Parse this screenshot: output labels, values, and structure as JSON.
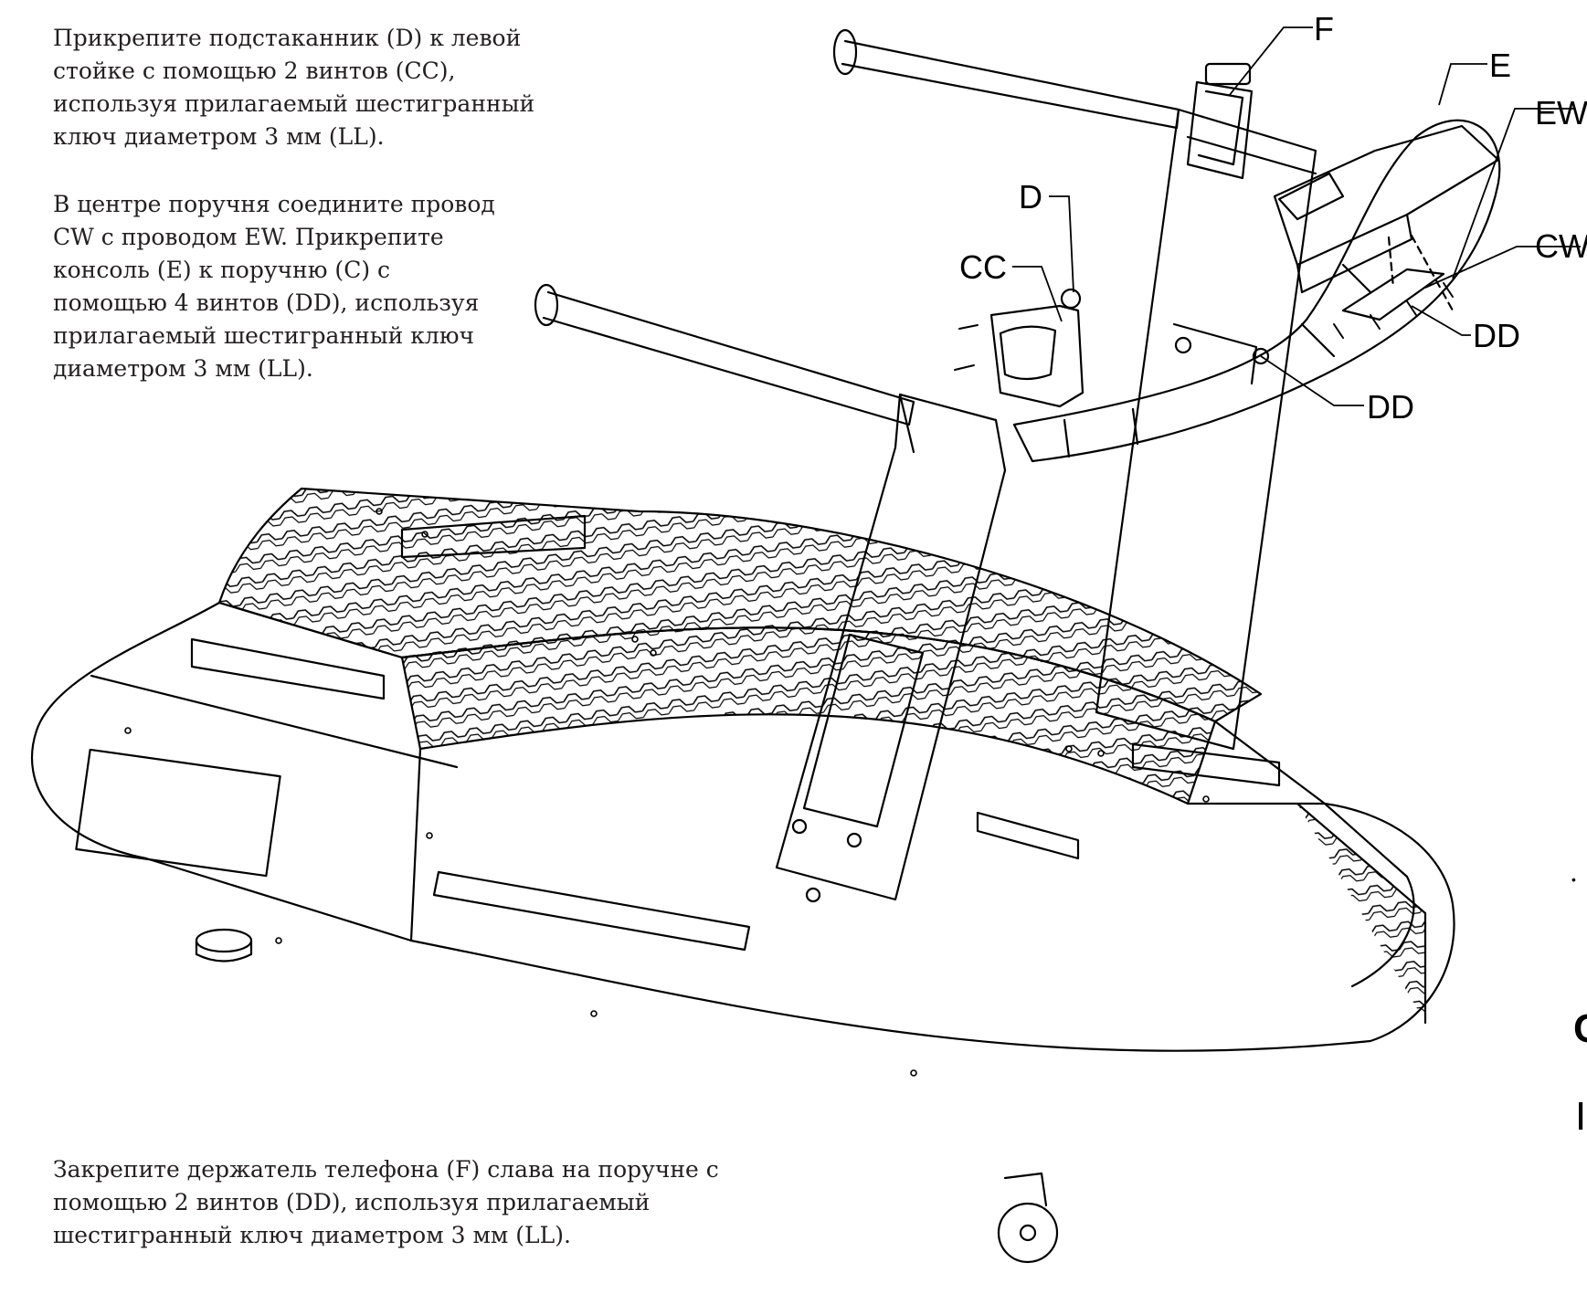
{
  "instructions": {
    "step1": "Прикрепите подстаканник (D) к левой\nстойке с помощью 2 винтов (CC),\nиспользуя прилагаемый шестигранный\nключ диаметром 3 мм (LL).",
    "step2": "В центре поручня соедините провод\nCW с проводом EW. Прикрепите\nконсоль (E) к поручню (C) с\nпомощью 4 винтов (DD), используя\nприлагаемый шестигранный ключ\nдиаметром 3 мм (LL).",
    "step3": "Закрепите держатель телефона (F) слава на поручне с\nпомощью 2 винтов (DD), используя прилагаемый\nшестигранный ключ диаметром 3 мм (LL)."
  },
  "callouts": {
    "F": "F",
    "E": "E",
    "EW": "EW",
    "CW": "CW",
    "D": "D",
    "CC": "CC",
    "DD_right": "DD",
    "DD_center": "DD"
  },
  "edge_fragments": {
    "c": "C",
    "i": "I"
  },
  "colors": {
    "line": "#000000",
    "text": "#231f20"
  }
}
